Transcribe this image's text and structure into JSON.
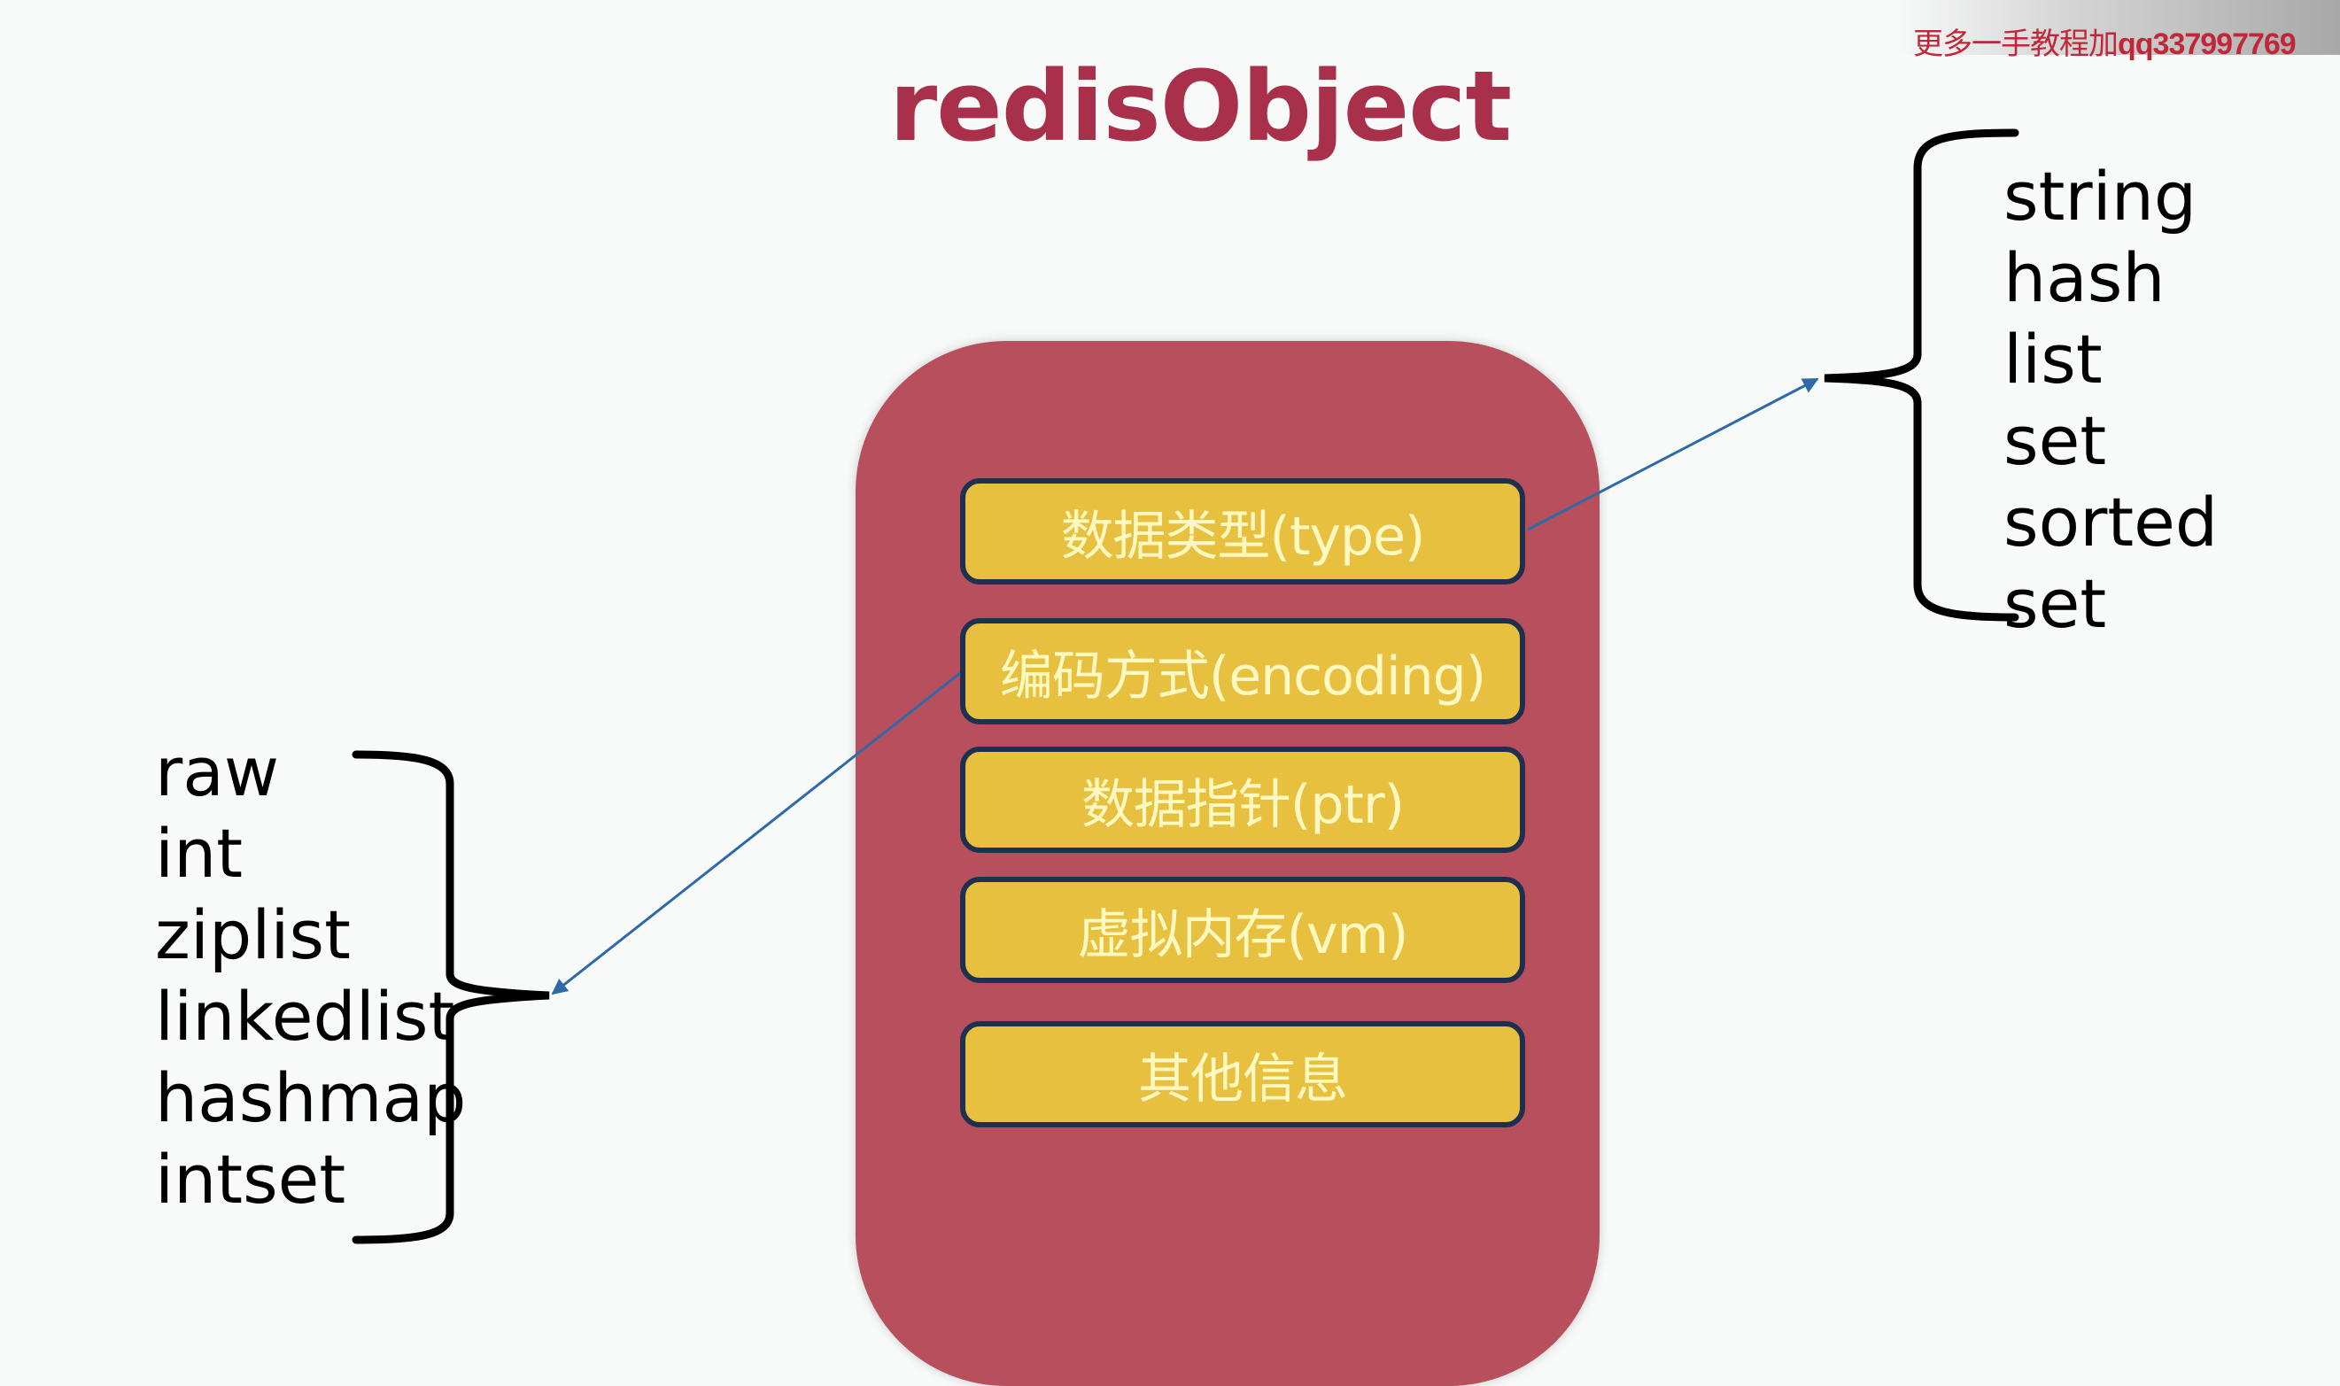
{
  "watermark": {
    "prefix": "更多一手教程加",
    "qq": "qq337997769"
  },
  "title": "redisObject",
  "colors": {
    "title": "#a8304a",
    "container": "#b84f5c",
    "field_fill": "#e8c040",
    "field_border": "#1e3050",
    "field_text": "#fff8c0",
    "arrow": "#2e6aa8",
    "watermark_text": "#c0283a"
  },
  "redis_object": {
    "fields": [
      {
        "label": "数据类型(type)"
      },
      {
        "label": "编码方式(encoding)"
      },
      {
        "label": "数据指针(ptr)"
      },
      {
        "label": "虚拟内存(vm)"
      },
      {
        "label": "其他信息"
      }
    ]
  },
  "type_list": {
    "items": [
      "string",
      "hash",
      "list",
      "set",
      "sorted set"
    ]
  },
  "encoding_list": {
    "items": [
      "raw",
      "int",
      "ziplist",
      "linkedlist",
      "hashmap",
      "intset"
    ]
  },
  "connections": [
    {
      "from": "数据类型(type)",
      "to": "type_list"
    },
    {
      "from": "编码方式(encoding)",
      "to": "encoding_list"
    }
  ]
}
